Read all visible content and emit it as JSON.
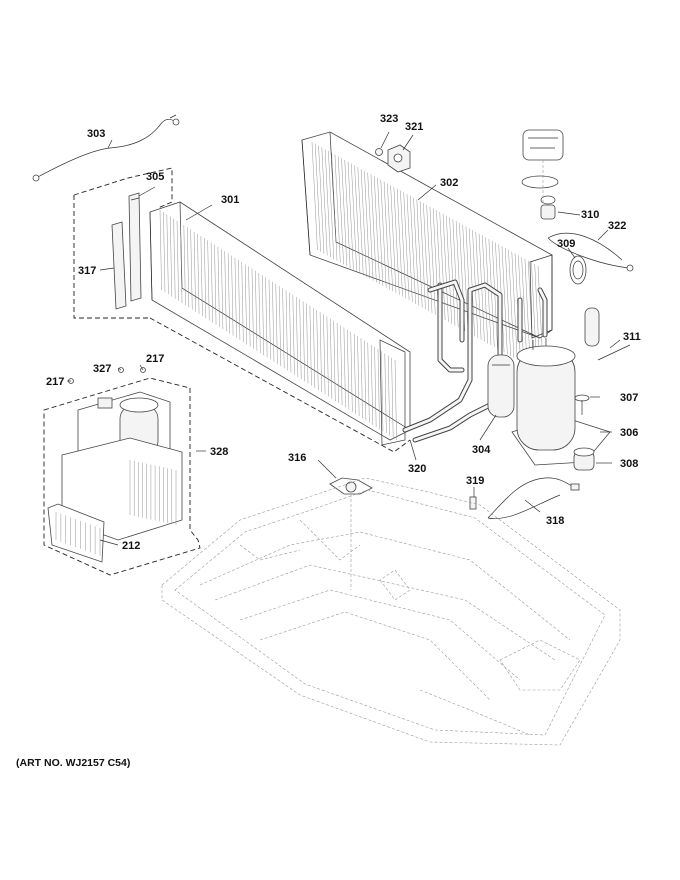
{
  "art_number": "(ART NO. WJ2157 C54)",
  "callouts": [
    {
      "id": "303",
      "text": "303"
    },
    {
      "id": "305",
      "text": "305"
    },
    {
      "id": "301",
      "text": "301"
    },
    {
      "id": "317",
      "text": "317"
    },
    {
      "id": "323",
      "text": "323"
    },
    {
      "id": "321",
      "text": "321"
    },
    {
      "id": "302",
      "text": "302"
    },
    {
      "id": "310",
      "text": "310"
    },
    {
      "id": "309",
      "text": "309"
    },
    {
      "id": "322",
      "text": "322"
    },
    {
      "id": "311",
      "text": "311"
    },
    {
      "id": "327",
      "text": "327"
    },
    {
      "id": "217a",
      "text": "217"
    },
    {
      "id": "217b",
      "text": "217"
    },
    {
      "id": "307",
      "text": "307"
    },
    {
      "id": "328",
      "text": "328"
    },
    {
      "id": "304",
      "text": "304"
    },
    {
      "id": "306",
      "text": "306"
    },
    {
      "id": "308",
      "text": "308"
    },
    {
      "id": "316",
      "text": "316"
    },
    {
      "id": "320",
      "text": "320"
    },
    {
      "id": "319",
      "text": "319"
    },
    {
      "id": "318",
      "text": "318"
    },
    {
      "id": "212",
      "text": "212"
    }
  ]
}
